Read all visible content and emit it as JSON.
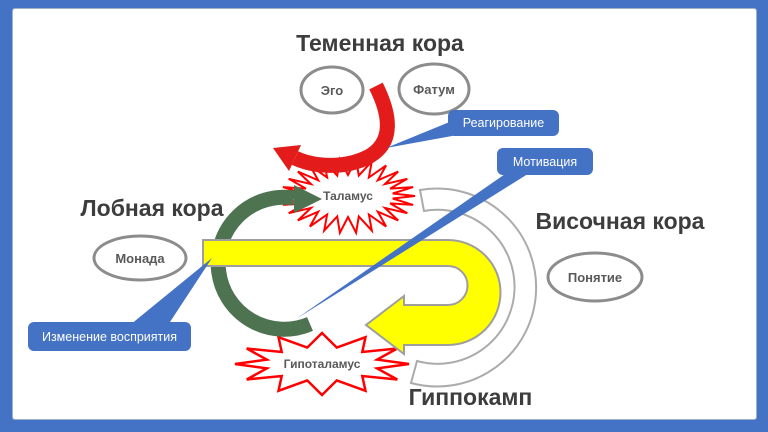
{
  "colors": {
    "frame_blue": "#4472C4",
    "callout_blue": "#4472C4",
    "arrow_red": "#E31B1B",
    "burst_red": "#FF0000",
    "arrow_green": "#4D7351",
    "arrow_yellow": "#FFFF00",
    "yellow_outline": "#9E9E9E",
    "arc_gray": "#ABABAB",
    "oval_gray": "#8C8C8C"
  },
  "cortex_titles": {
    "parietal": "Теменная кора",
    "frontal": "Лобная кора",
    "temporal": "Височная кора",
    "hippocampus": "Гиппокамп"
  },
  "ovals": {
    "ego": "Эго",
    "fatum": "Фатум",
    "monad": "Монада",
    "concept": "Понятие"
  },
  "bursts": {
    "thalamus": "Таламус",
    "hypothalamus": "Гипоталамус"
  },
  "callouts": {
    "reaction": "Реагирование",
    "motivation": "Мотивация",
    "perception_change": "Изменение восприятия"
  }
}
